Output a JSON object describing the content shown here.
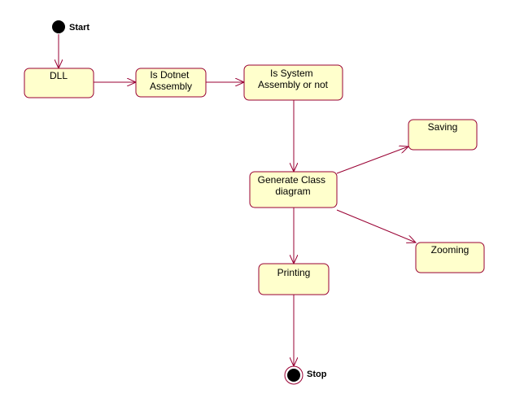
{
  "diagram": {
    "type": "activity-diagram",
    "colors": {
      "node_fill": "#ffffcc",
      "node_border": "#990033",
      "edge": "#990033",
      "pseudo_state": "#000000"
    },
    "start": {
      "label": "Start"
    },
    "stop": {
      "label": "Stop"
    },
    "nodes": {
      "dll": {
        "lines": [
          "DLL"
        ]
      },
      "is_dotnet": {
        "lines": [
          "Is Dotnet",
          "Assembly"
        ]
      },
      "is_system": {
        "lines": [
          "Is System",
          "Assembly or not"
        ]
      },
      "generate": {
        "lines": [
          "Generate Class",
          "diagram"
        ]
      },
      "saving": {
        "lines": [
          "Saving"
        ]
      },
      "zooming": {
        "lines": [
          "Zooming"
        ]
      },
      "printing": {
        "lines": [
          "Printing"
        ]
      }
    },
    "edges": [
      {
        "from": "start",
        "to": "dll"
      },
      {
        "from": "dll",
        "to": "is_dotnet"
      },
      {
        "from": "is_dotnet",
        "to": "is_system"
      },
      {
        "from": "is_system",
        "to": "generate"
      },
      {
        "from": "generate",
        "to": "saving"
      },
      {
        "from": "generate",
        "to": "zooming"
      },
      {
        "from": "generate",
        "to": "printing"
      },
      {
        "from": "printing",
        "to": "stop"
      }
    ]
  }
}
